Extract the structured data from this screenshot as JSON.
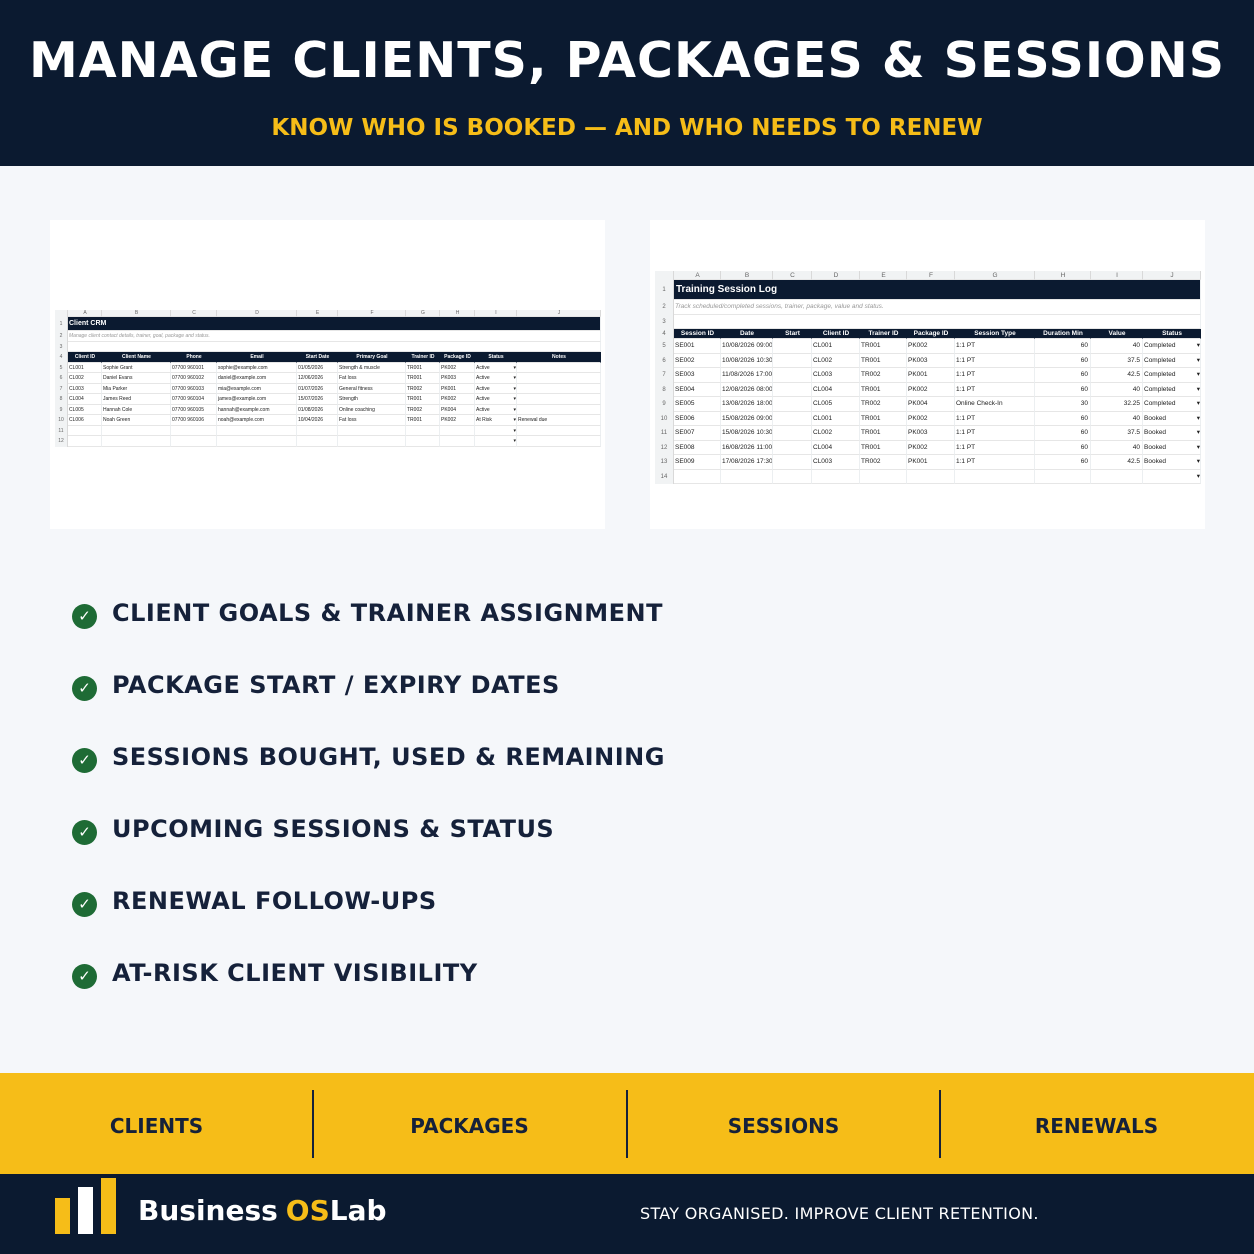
{
  "header": {
    "title": "MANAGE CLIENTS, PACKAGES & SESSIONS",
    "subtitle": "KNOW WHO IS BOOKED — AND WHO NEEDS TO RENEW"
  },
  "crm_sheet": {
    "columns": [
      "A",
      "B",
      "C",
      "D",
      "E",
      "F",
      "G",
      "H",
      "I",
      "J"
    ],
    "title": "Client CRM",
    "subtitle": "Manage client contact details, trainer, goal, package and status.",
    "headers": [
      "Client ID",
      "Client Name",
      "Phone",
      "Email",
      "Start Date",
      "Primary Goal",
      "Trainer ID",
      "Package ID",
      "Status",
      "Notes"
    ],
    "rows": [
      [
        "CL001",
        "Sophie Grant",
        "07700 960101",
        "sophie@example.com",
        "01/05/2026",
        "Strength & muscle",
        "TR001",
        "PK002",
        "Active",
        ""
      ],
      [
        "CL002",
        "Daniel Evans",
        "07700 960102",
        "daniel@example.com",
        "12/06/2026",
        "Fat loss",
        "TR001",
        "PK003",
        "Active",
        ""
      ],
      [
        "CL003",
        "Mia Parker",
        "07700 960103",
        "mia@example.com",
        "01/07/2026",
        "General fitness",
        "TR002",
        "PK001",
        "Active",
        ""
      ],
      [
        "CL004",
        "James Reed",
        "07700 960104",
        "james@example.com",
        "15/07/2026",
        "Strength",
        "TR001",
        "PK002",
        "Active",
        ""
      ],
      [
        "CL005",
        "Hannah Cole",
        "07700 960105",
        "hannah@example.com",
        "01/08/2026",
        "Online coaching",
        "TR002",
        "PK004",
        "Active",
        ""
      ],
      [
        "CL006",
        "Noah Green",
        "07700 960106",
        "noah@example.com",
        "10/04/2026",
        "Fat loss",
        "TR001",
        "PK002",
        "At Risk",
        "Renewal due"
      ]
    ]
  },
  "session_sheet": {
    "columns": [
      "A",
      "B",
      "C",
      "D",
      "E",
      "F",
      "G",
      "H",
      "I",
      "J"
    ],
    "title": "Training Session Log",
    "subtitle": "Track scheduled/completed sessions, trainer, package, value and status.",
    "headers": [
      "Session ID",
      "Date",
      "Start",
      "Client ID",
      "Trainer ID",
      "Package ID",
      "Session Type",
      "Duration Min",
      "Value",
      "Status"
    ],
    "rows": [
      [
        "SE001",
        "10/08/2026 09:00",
        "",
        "CL001",
        "TR001",
        "PK002",
        "1:1 PT",
        "60",
        "40",
        "Completed"
      ],
      [
        "SE002",
        "10/08/2026 10:30",
        "",
        "CL002",
        "TR001",
        "PK003",
        "1:1 PT",
        "60",
        "37.5",
        "Completed"
      ],
      [
        "SE003",
        "11/08/2026 17:00",
        "",
        "CL003",
        "TR002",
        "PK001",
        "1:1 PT",
        "60",
        "42.5",
        "Completed"
      ],
      [
        "SE004",
        "12/08/2026 08:00",
        "",
        "CL004",
        "TR001",
        "PK002",
        "1:1 PT",
        "60",
        "40",
        "Completed"
      ],
      [
        "SE005",
        "13/08/2026 18:00",
        "",
        "CL005",
        "TR002",
        "PK004",
        "Online Check-In",
        "30",
        "32.25",
        "Completed"
      ],
      [
        "SE006",
        "15/08/2026 09:00",
        "",
        "CL001",
        "TR001",
        "PK002",
        "1:1 PT",
        "60",
        "40",
        "Booked"
      ],
      [
        "SE007",
        "15/08/2026 10:30",
        "",
        "CL002",
        "TR001",
        "PK003",
        "1:1 PT",
        "60",
        "37.5",
        "Booked"
      ],
      [
        "SE008",
        "16/08/2026 11:00",
        "",
        "CL004",
        "TR001",
        "PK002",
        "1:1 PT",
        "60",
        "40",
        "Booked"
      ],
      [
        "SE009",
        "17/08/2026 17:30",
        "",
        "CL003",
        "TR002",
        "PK001",
        "1:1 PT",
        "60",
        "42.5",
        "Booked"
      ]
    ]
  },
  "features": [
    "CLIENT GOALS & TRAINER ASSIGNMENT",
    "PACKAGE START / EXPIRY DATES",
    "SESSIONS BOUGHT, USED & REMAINING",
    "UPCOMING SESSIONS & STATUS",
    "RENEWAL FOLLOW-UPS",
    "AT-RISK CLIENT VISIBILITY"
  ],
  "check_glyph": "✓",
  "dropdown_glyph": "▾",
  "categories": [
    "CLIENTS",
    "PACKAGES",
    "SESSIONS",
    "RENEWALS"
  ],
  "footer": {
    "brand_business": "Business",
    "brand_os": "OS",
    "brand_lab": "Lab",
    "tagline": "STAY ORGANISED. IMPROVE CLIENT RETENTION."
  },
  "colors": {
    "navy": "#0b1a30",
    "gold": "#f6bd18",
    "check_green": "#1e6b35",
    "page_bg": "#f5f7fa"
  }
}
